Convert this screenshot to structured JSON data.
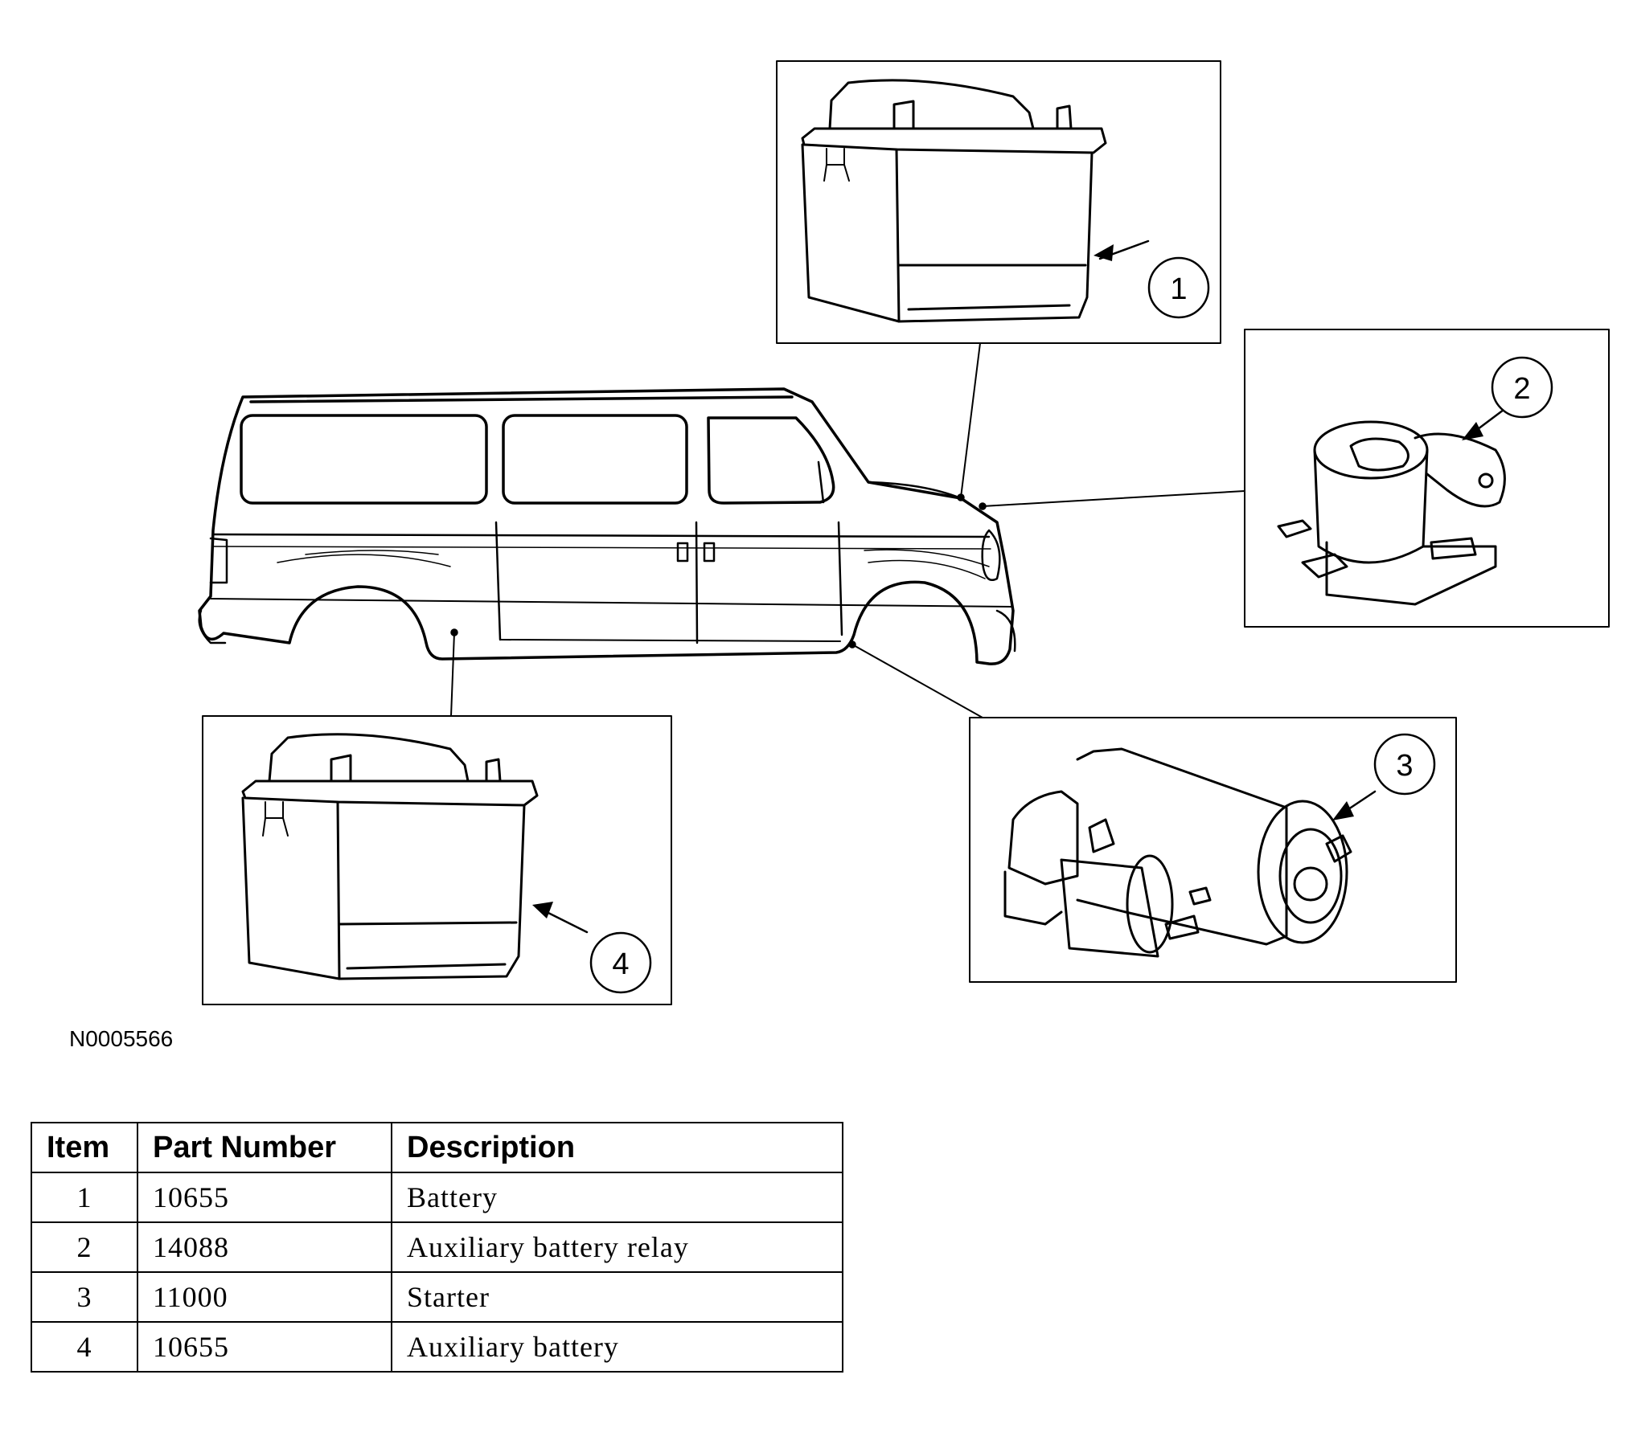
{
  "figure_id": "N0005566",
  "callouts": [
    "1",
    "2",
    "3",
    "4"
  ],
  "table": {
    "headers": [
      "Item",
      "Part Number",
      "Description"
    ],
    "rows": [
      {
        "item": "1",
        "part_number": "10655",
        "description": "Battery"
      },
      {
        "item": "2",
        "part_number": "14088",
        "description": "Auxiliary battery relay"
      },
      {
        "item": "3",
        "part_number": "11000",
        "description": "Starter"
      },
      {
        "item": "4",
        "part_number": "10655",
        "description": "Auxiliary battery"
      }
    ]
  }
}
